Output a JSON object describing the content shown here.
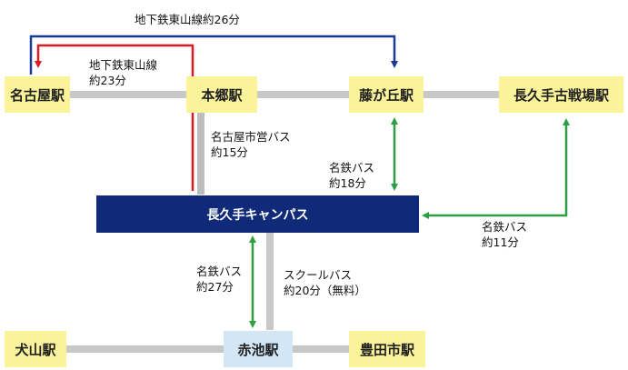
{
  "colors": {
    "rail": "#c8c8c8",
    "station_fill": "#fbf39a",
    "akaike_fill": "#d3e6f5",
    "campus_fill": "#0f2a78",
    "subway_26": "#1a3a94",
    "subway_23": "#e01a22",
    "bus_city": "#bdbdbd",
    "bus_meitetsu": "#2e9e44"
  },
  "stations": {
    "nagoya": "名古屋駅",
    "hongo": "本郷駅",
    "fujigaoka": "藤が丘駅",
    "nagakute_battlefield": "長久手古戦場駅",
    "inuyama": "犬山駅",
    "akaike": "赤池駅",
    "toyotashi": "豊田市駅"
  },
  "campus": {
    "name": "長久手キャンパス"
  },
  "routes": {
    "subway_26": {
      "line1": "地下鉄東山線約26分"
    },
    "subway_23": {
      "line1": "地下鉄東山線",
      "line2": "約23分"
    },
    "city_bus": {
      "line1": "名古屋市営バス",
      "line2": "約15分"
    },
    "meitetsu_fujigaoka": {
      "line1": "名鉄バス",
      "line2": "約18分"
    },
    "meitetsu_battlefield": {
      "line1": "名鉄バス",
      "line2": "約11分"
    },
    "meitetsu_akaike": {
      "line1": "名鉄バス",
      "line2": "約27分"
    },
    "school_bus": {
      "line1": "スクールバス",
      "line2": "約20分（無料）"
    }
  }
}
